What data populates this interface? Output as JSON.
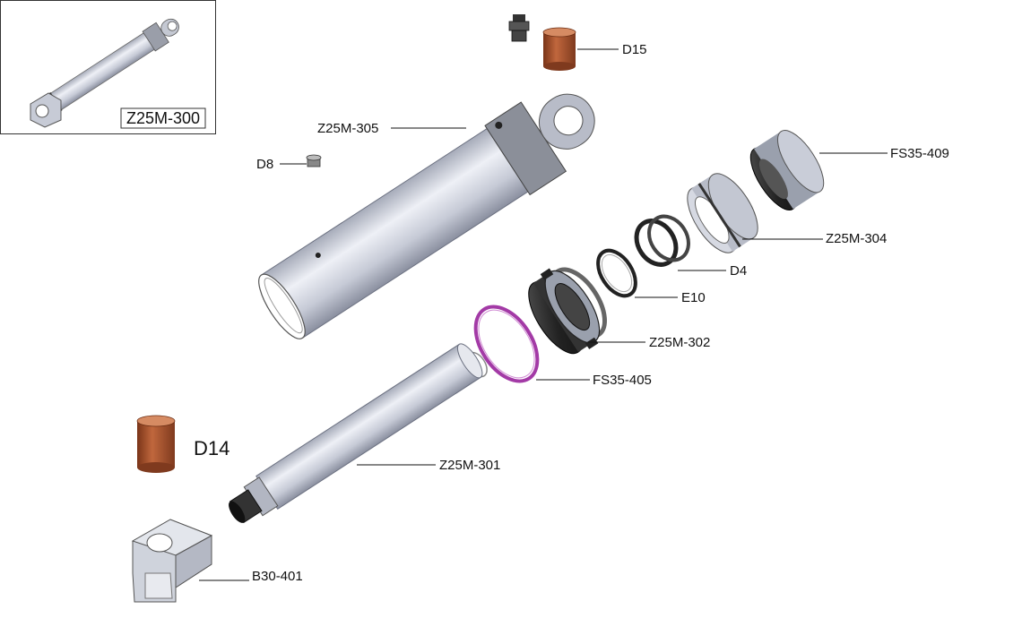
{
  "inset": {
    "label": "Z25M-300"
  },
  "labels": {
    "d15": "D15",
    "z25m305": "Z25M-305",
    "d8": "D8",
    "fs35409": "FS35-409",
    "z25m304": "Z25M-304",
    "d4": "D4",
    "e10": "E10",
    "z25m302": "Z25M-302",
    "fs35405": "FS35-405",
    "d14": "D14",
    "z25m301": "Z25M-301",
    "b30401": "B30-401"
  },
  "colors": {
    "steel": "#c9cdd8",
    "steel_dark": "#7f8596",
    "bushing": "#a0522d",
    "oring": "#a33aa6",
    "black_part": "#222222"
  }
}
